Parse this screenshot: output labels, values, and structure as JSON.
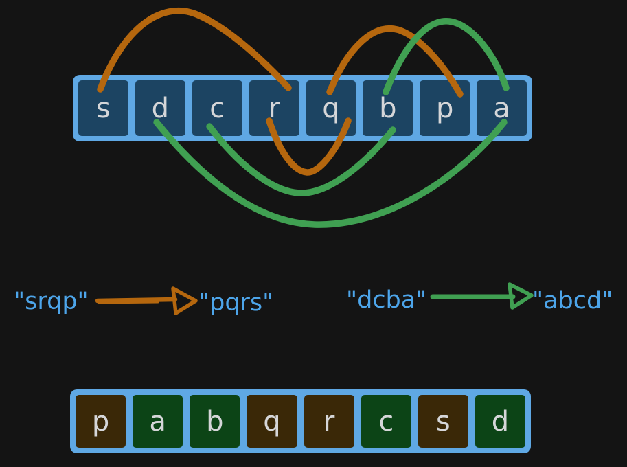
{
  "diagram_title": "reverse-substrings-diagram",
  "colors": {
    "background": "#141414",
    "array_border_blue": "#5fa8e4",
    "top_cell_fill": "#1c4462",
    "cell_letter": "#d5d6d8",
    "label_blue": "#4da5ea",
    "orange_stroke": "#b5670e",
    "green_stroke": "#40a052",
    "bottom_cell_brown": "#3a2807",
    "bottom_cell_green": "#0c4416"
  },
  "top_array": {
    "letters": [
      "s",
      "d",
      "c",
      "r",
      "q",
      "b",
      "p",
      "a"
    ]
  },
  "bottom_array": {
    "letters": [
      "p",
      "a",
      "b",
      "q",
      "r",
      "c",
      "s",
      "d"
    ],
    "groups": [
      "orange",
      "green",
      "green",
      "orange",
      "orange",
      "green",
      "orange",
      "green"
    ]
  },
  "transformations": {
    "orange": {
      "input": "\"srqp\"",
      "output": "\"pqrs\""
    },
    "green": {
      "input": "\"dcba\"",
      "output": "\"abcd\""
    }
  },
  "curves": [
    {
      "color": "orange",
      "from": "s",
      "to": "r",
      "route": "above"
    },
    {
      "color": "orange",
      "from": "r",
      "to": "q",
      "route": "below"
    },
    {
      "color": "orange",
      "from": "q",
      "to": "p",
      "route": "above"
    },
    {
      "color": "green",
      "from": "d",
      "to": "a",
      "route": "below"
    },
    {
      "color": "green",
      "from": "c",
      "to": "b",
      "route": "below"
    },
    {
      "color": "green",
      "from": "b",
      "to": "a",
      "route": "above"
    }
  ]
}
